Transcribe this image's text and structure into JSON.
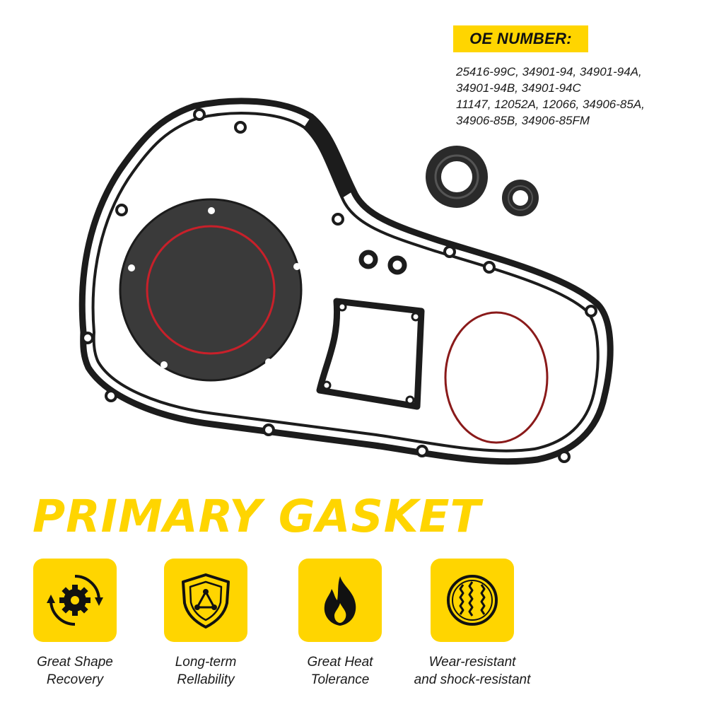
{
  "oe": {
    "heading": "OE NUMBER:",
    "lines": [
      "25416-99C, 34901-94, 34901-94A,",
      "34901-94B, 34901-94C",
      "11147, 12052A, 12066, 34906-85A,",
      "34906-85B, 34906-85FM"
    ]
  },
  "title": "PRIMARY GASKET",
  "features": [
    {
      "icon": "gear-recovery-icon",
      "line1": "Great Shape",
      "line2": "Recovery"
    },
    {
      "icon": "shield-icon",
      "line1": "Long-term",
      "line2": "Rellability"
    },
    {
      "icon": "flame-icon",
      "line1": "Great Heat",
      "line2": "Tolerance"
    },
    {
      "icon": "wear-resistant-icon",
      "line1": "Wear-resistant",
      "line2": "and shock-resistant"
    }
  ],
  "colors": {
    "accent": "#FFD500",
    "gasket": "#1c1c1c",
    "cover": "#3a3a3a",
    "red_seal": "#c8202a",
    "text": "#1a1a1a"
  }
}
